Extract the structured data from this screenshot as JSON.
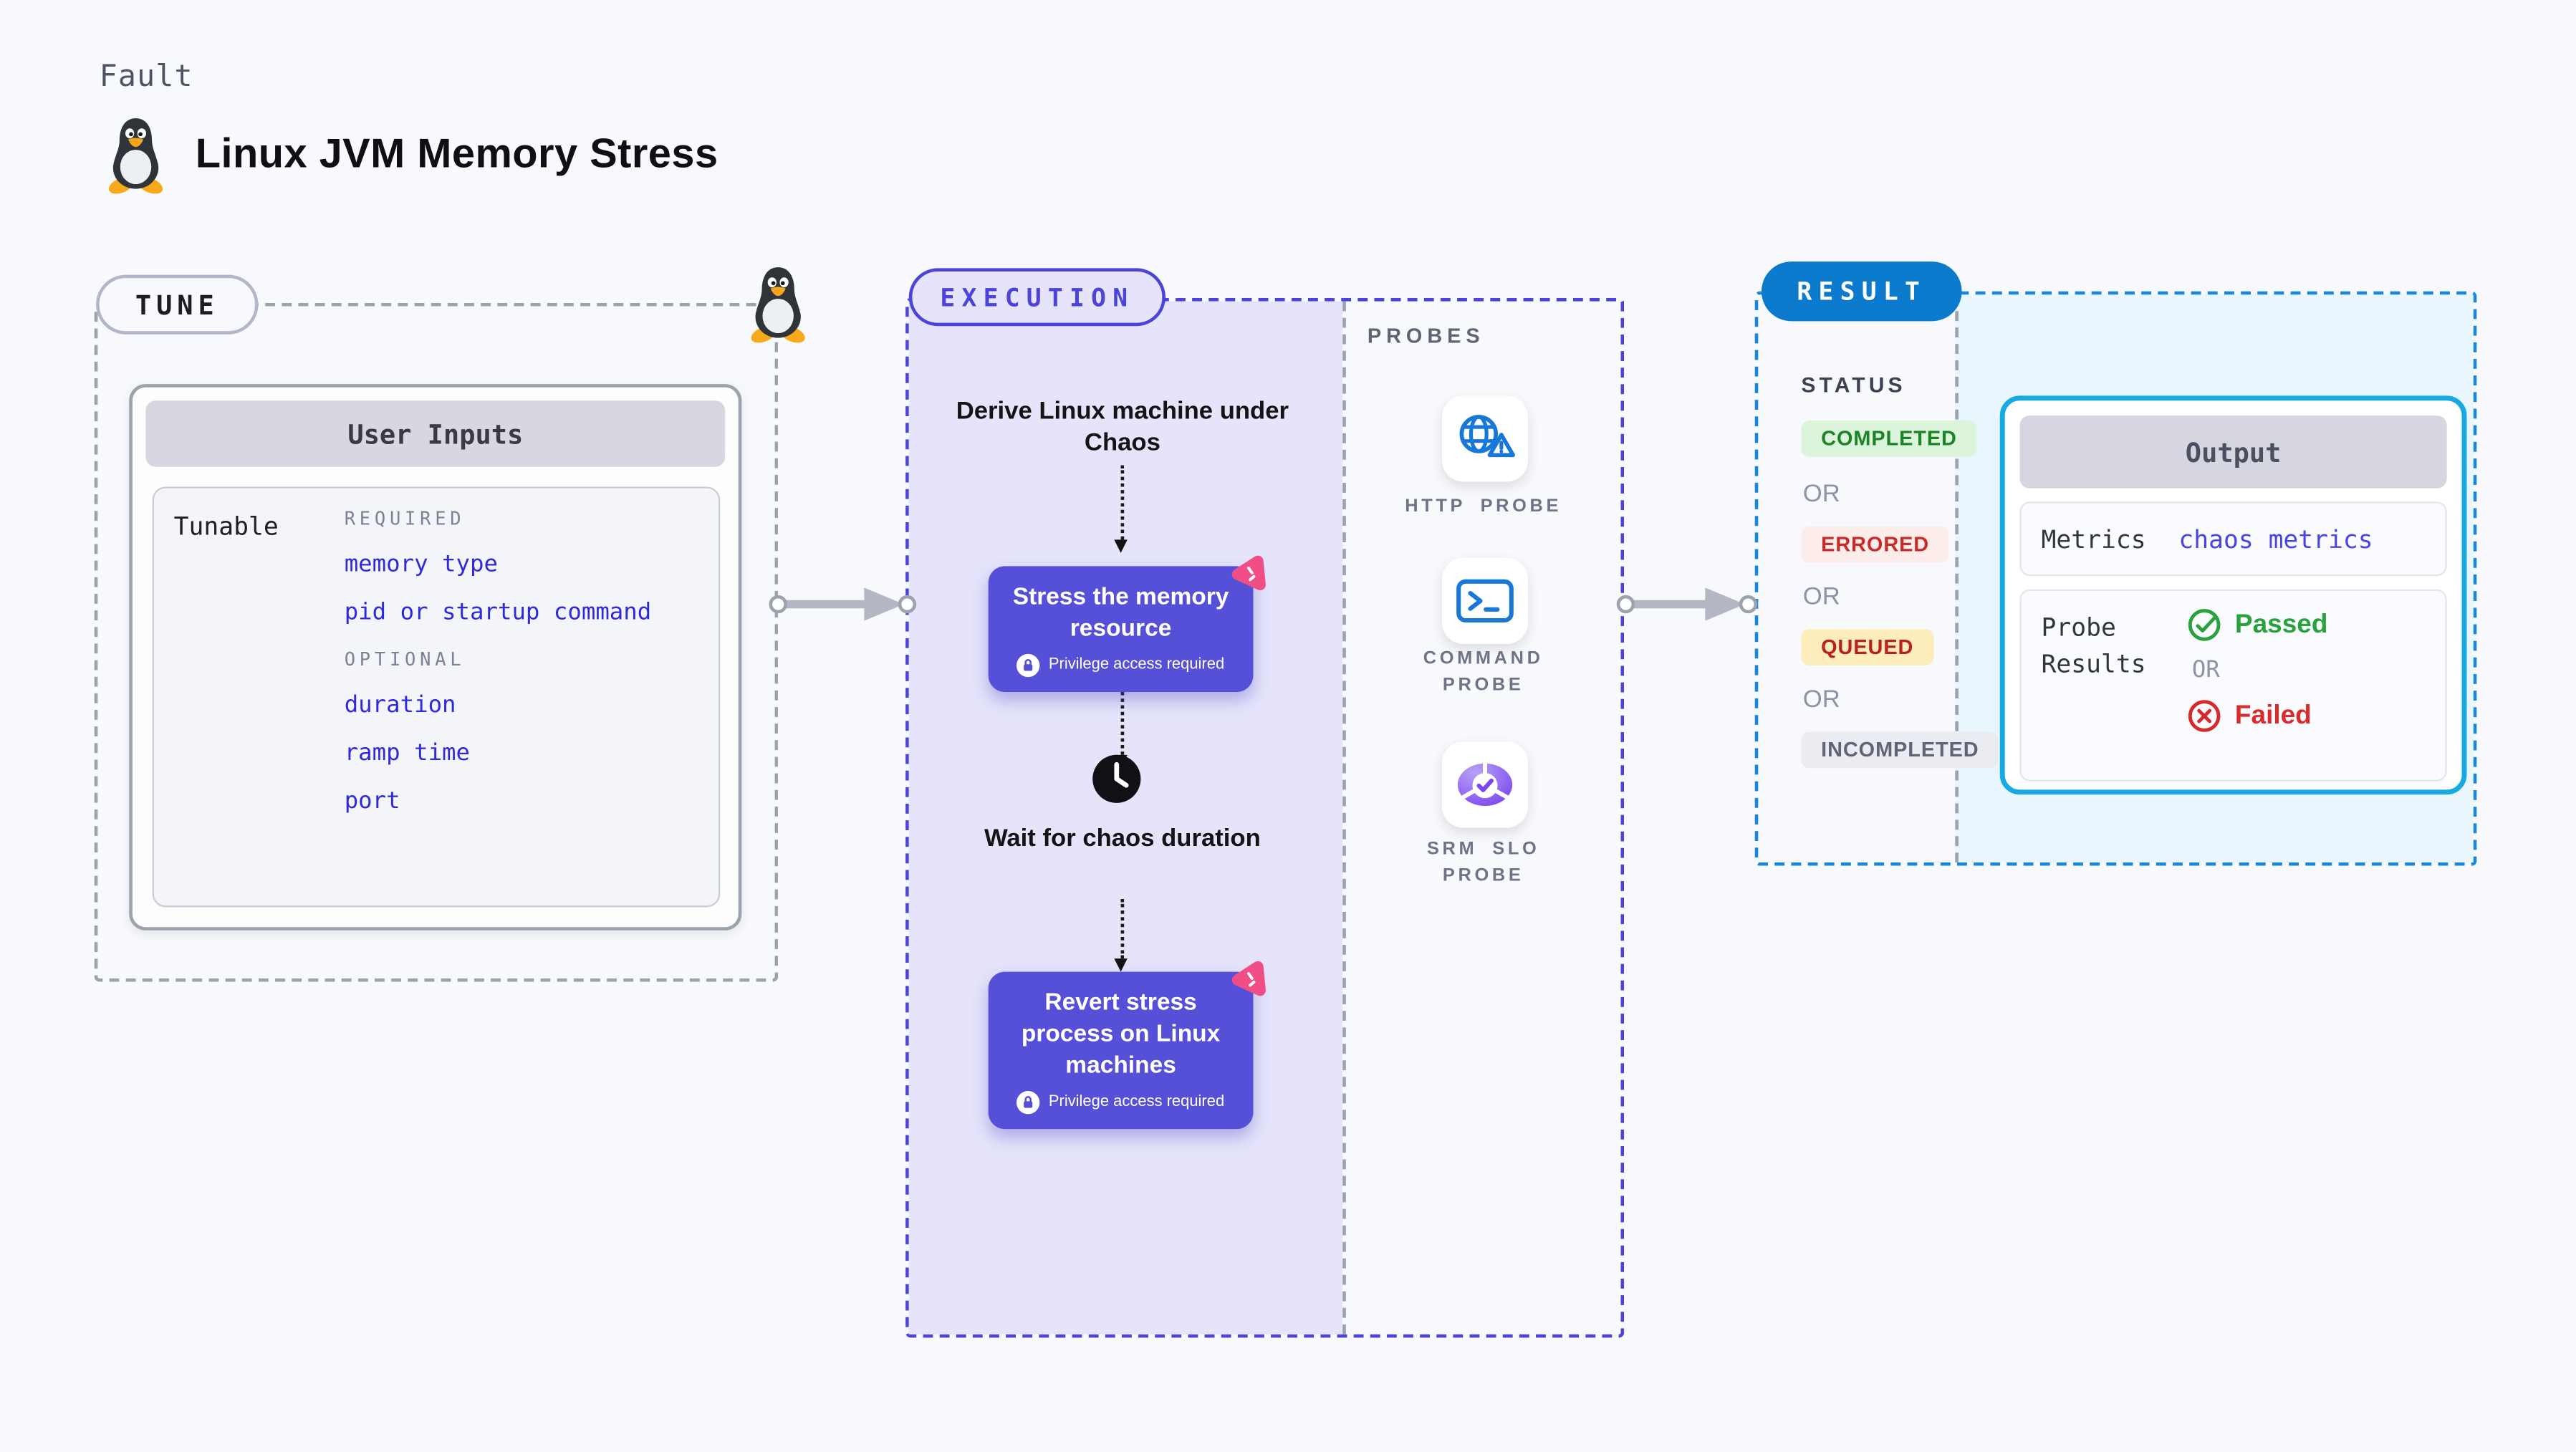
{
  "header": {
    "kicker": "Fault",
    "title": "Linux JVM Memory Stress"
  },
  "tune": {
    "badge": "TUNE",
    "card_title": "User Inputs",
    "row_label": "Tunable",
    "required_label": "REQUIRED",
    "required_items": [
      "memory type",
      "pid or startup command"
    ],
    "optional_label": "OPTIONAL",
    "optional_items": [
      "duration",
      "ramp time",
      "port"
    ]
  },
  "execution": {
    "badge": "EXECUTION",
    "step_derive": "Derive Linux machine under Chaos",
    "step_stress": "Stress the memory resource",
    "privilege_note": "Privilege access required",
    "step_wait": "Wait for chaos duration",
    "step_revert": "Revert stress process on Linux machines"
  },
  "probes": {
    "label": "PROBES",
    "items": [
      {
        "label": "HTTP PROBE",
        "icon": "globe-warning-icon"
      },
      {
        "label": "COMMAND PROBE",
        "icon": "terminal-icon"
      },
      {
        "label": "SRM SLO PROBE",
        "icon": "slo-donut-check-icon"
      }
    ]
  },
  "result": {
    "badge": "RESULT",
    "status_label": "STATUS",
    "statuses": [
      "COMPLETED",
      "ERRORED",
      "QUEUED",
      "INCOMPLETED"
    ],
    "or_label": "OR",
    "output": {
      "title": "Output",
      "metrics_label": "Metrics",
      "metrics_value": "chaos metrics",
      "probe_results_label": "Probe Results",
      "passed": "Passed",
      "or_label": "OR",
      "failed": "Failed"
    }
  },
  "colors": {
    "page_bg": "#f8f9fc",
    "indigo_accent": "#4c44da",
    "indigo_card": "#5650d8",
    "lavender_fill": "#e5e4fb",
    "result_blue": "#0d7bcd",
    "result_dash": "#1886db",
    "output_border": "#17a9e2",
    "light_blue_fill": "#e9f6fd",
    "param_blue": "#2e29dd",
    "pink_logo": "#f14d86",
    "completed_green": "#1b8427",
    "errored_red": "#c92a2a",
    "queued_red": "#bb2020",
    "gray_dash": "#9aa3ae"
  }
}
